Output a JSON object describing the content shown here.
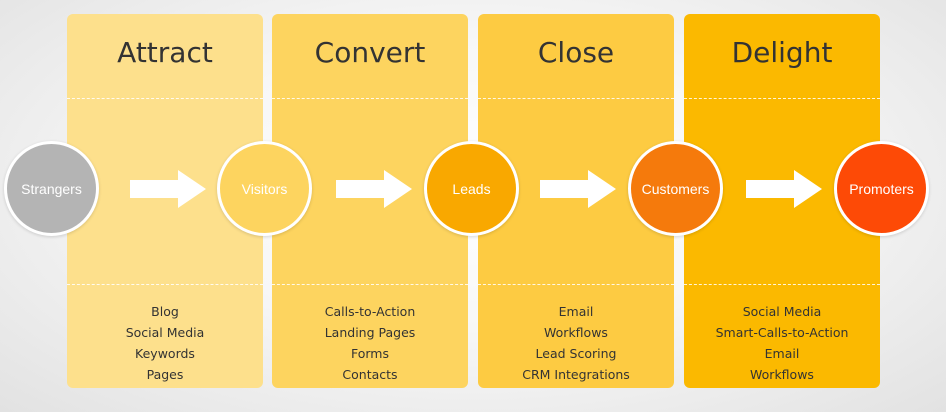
{
  "stages": [
    {
      "title": "Attract",
      "items": [
        "Blog",
        "Social Media",
        "Keywords",
        "Pages"
      ],
      "color": "#fde08c"
    },
    {
      "title": "Convert",
      "items": [
        "Calls-to-Action",
        "Landing Pages",
        "Forms",
        "Contacts"
      ],
      "color": "#fdd45f"
    },
    {
      "title": "Close",
      "items": [
        "Email",
        "Workflows",
        "Lead Scoring",
        "CRM Integrations"
      ],
      "color": "#fdcb42"
    },
    {
      "title": "Delight",
      "items": [
        "Social Media",
        "Smart-Calls-to-Action",
        "Email",
        "Workflows"
      ],
      "color": "#fbb900"
    }
  ],
  "circles": [
    {
      "label": "Strangers",
      "color": "#b4b4b4"
    },
    {
      "label": "Visitors",
      "color": "#fdd45f"
    },
    {
      "label": "Leads",
      "color": "#f9a800"
    },
    {
      "label": "Customers",
      "color": "#f57a0c"
    },
    {
      "label": "Promoters",
      "color": "#fd4a06"
    }
  ]
}
